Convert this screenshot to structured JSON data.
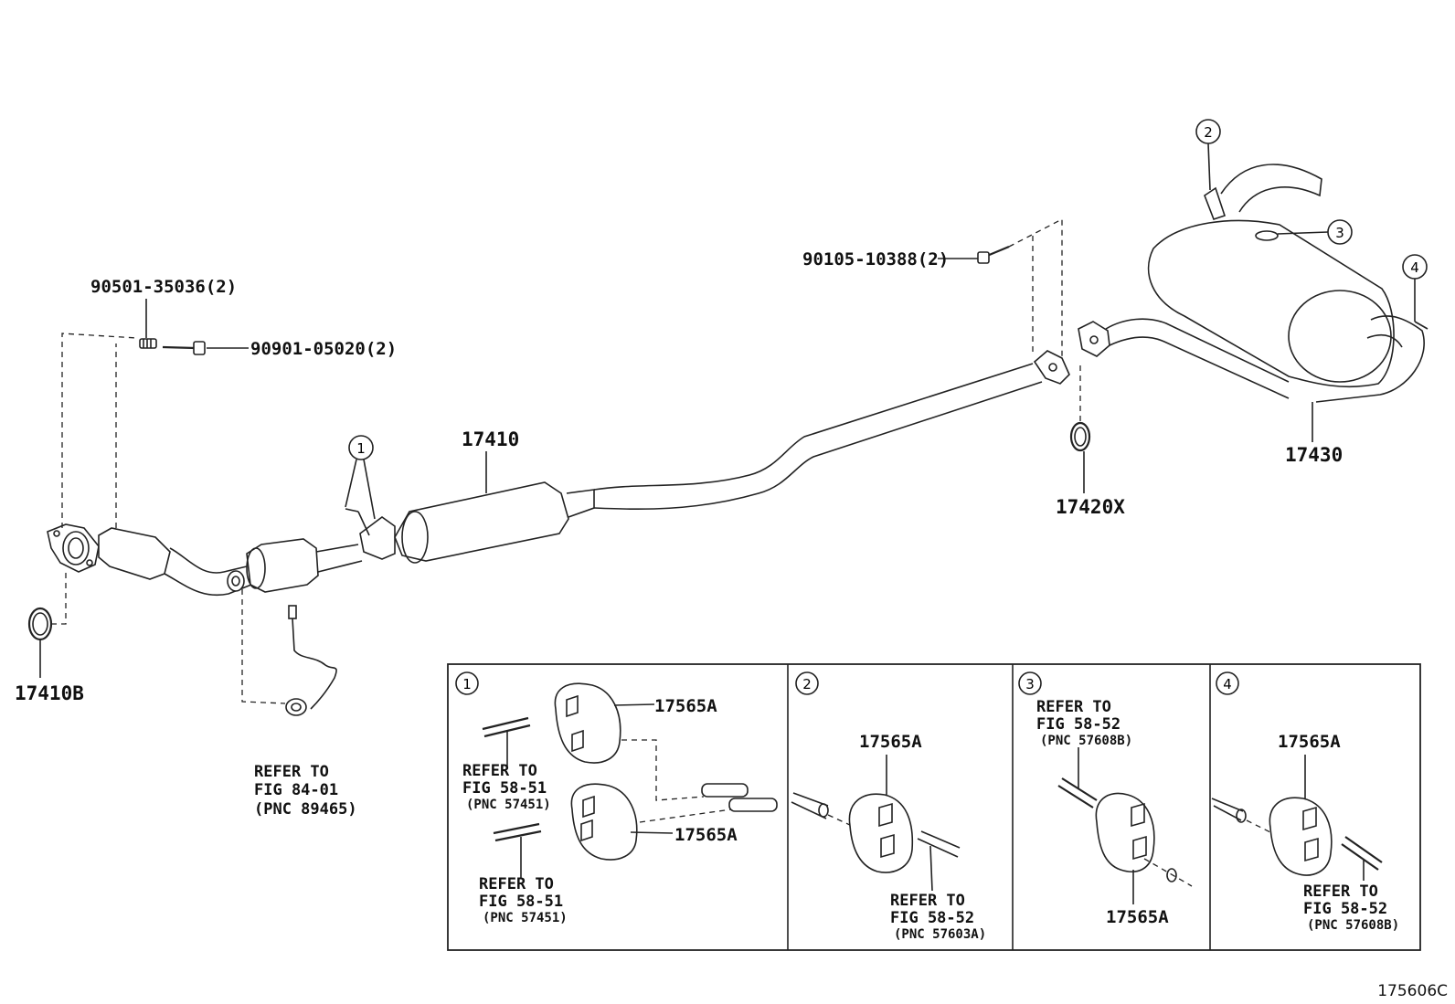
{
  "parts": {
    "p17410": "17410",
    "p17430": "17430",
    "p17420x": "17420X",
    "p17410b": "17410B",
    "stud": "90501-35036(2)",
    "bolt": "90901-05020(2)",
    "bolt_rear": "90105-10388(2)"
  },
  "callouts": [
    "1",
    "2",
    "3",
    "4"
  ],
  "sensor_ref": {
    "line1": "REFER TO",
    "line2": "FIG 84-01",
    "line3": "(PNC 89465)"
  },
  "detail": {
    "panel1": {
      "num": "1",
      "part_top": "17565A",
      "part_bottom": "17565A",
      "ref_a": {
        "line1": "REFER TO",
        "line2": "FIG 58-51",
        "line3": "(PNC 57451)"
      },
      "ref_b": {
        "line1": "REFER TO",
        "line2": "FIG 58-51",
        "line3": "(PNC 57451)"
      }
    },
    "panel2": {
      "num": "2",
      "part": "17565A",
      "ref": {
        "line1": "REFER TO",
        "line2": "FIG 58-52",
        "line3": "(PNC 57603A)"
      }
    },
    "panel3": {
      "num": "3",
      "part": "17565A",
      "ref": {
        "line1": "REFER TO",
        "line2": "FIG 58-52",
        "line3": "(PNC 57608B)"
      }
    },
    "panel4": {
      "num": "4",
      "part": "17565A",
      "ref": {
        "line1": "REFER TO",
        "line2": "FIG 58-52",
        "line3": "(PNC 57608B)"
      }
    }
  },
  "figure_id": "175606C"
}
